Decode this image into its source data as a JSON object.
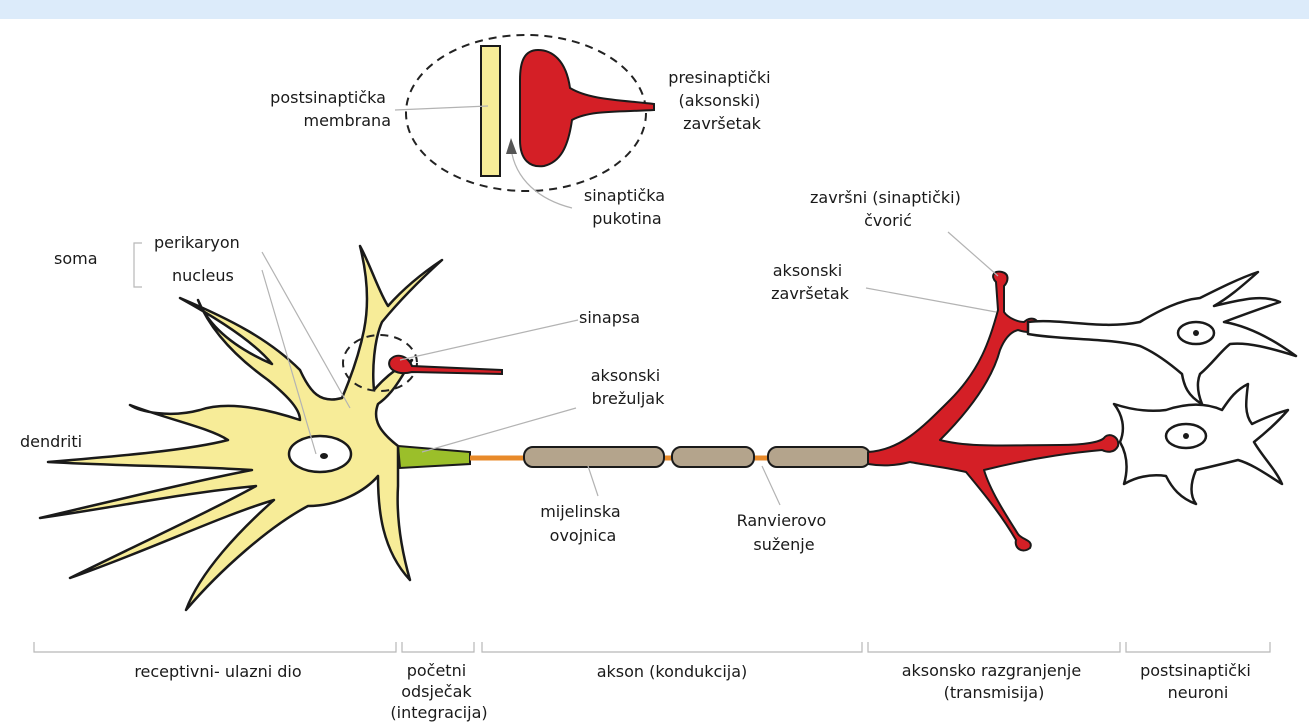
{
  "labels": {
    "postsynaptic_membrane": [
      "postsinaptička",
      "membrana"
    ],
    "presynaptic_terminal": [
      "presinaptički",
      "(aksonski)",
      "završetak"
    ],
    "synaptic_cleft": [
      "sinaptička",
      "pukotina"
    ],
    "soma": "soma",
    "perikaryon": "perikaryon",
    "nucleus": "nucleus",
    "dendrites": "dendriti",
    "synapse": "sinapsa",
    "axon_hillock": [
      "aksonski",
      "brežuljak"
    ],
    "myelin_sheath": [
      "mijelinska",
      "ovojnica"
    ],
    "node_of_ranvier": [
      "Ranvierovo",
      "suženje"
    ],
    "terminal_button": [
      "završni (sinaptički)",
      "čvorić"
    ],
    "axon_terminal": [
      "aksonski",
      "završetak"
    ]
  },
  "regions": [
    {
      "id": "receptive",
      "lines": [
        "receptivni- ulazni dio"
      ]
    },
    {
      "id": "initial",
      "lines": [
        "početni",
        "odsječak",
        "(integracija)"
      ]
    },
    {
      "id": "axon",
      "lines": [
        "akson (kondukcija)"
      ]
    },
    {
      "id": "branching",
      "lines": [
        "aksonsko razgranjenje",
        "(transmisija)"
      ]
    },
    {
      "id": "postsynaptic",
      "lines": [
        "postsinaptički",
        "neuroni"
      ]
    }
  ],
  "colors": {
    "soma": "#f7ec98",
    "axon_hillock": "#9bbf2a",
    "myelin": "#b4a48c",
    "node": "#e88a2a",
    "terminal": "#d41f26",
    "outline": "#1a1a1a",
    "topbar": "#dcebfa"
  }
}
